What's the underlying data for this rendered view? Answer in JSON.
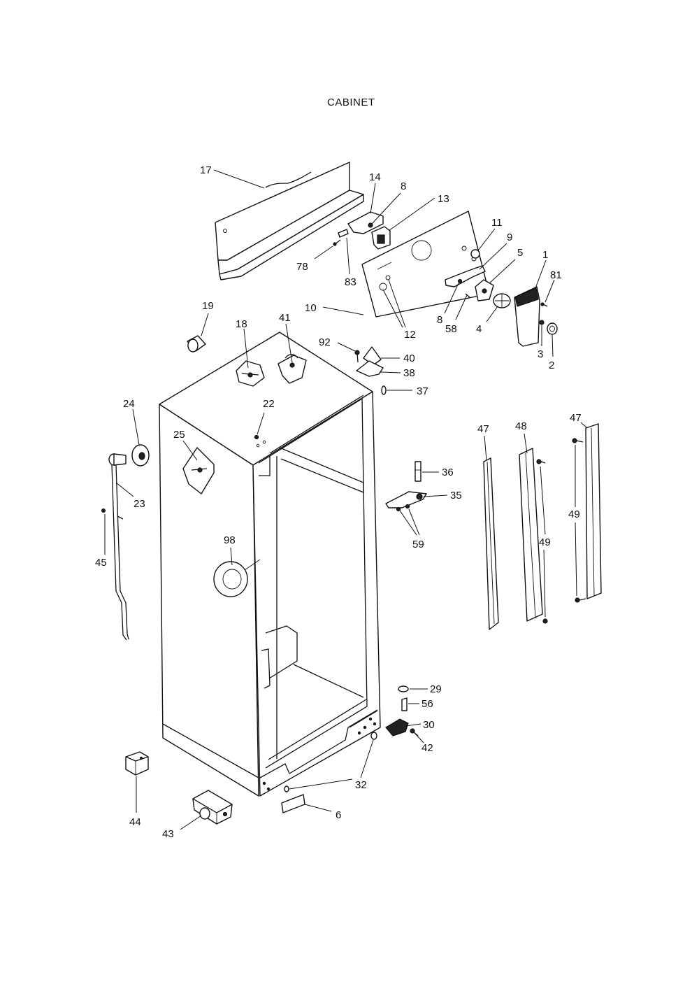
{
  "title": "CABINET",
  "labels": {
    "p1": "1",
    "p2": "2",
    "p3": "3",
    "p4": "4",
    "p5": "5",
    "p6": "6",
    "p8a": "8",
    "p8b": "8",
    "p9": "9",
    "p10": "10",
    "p11": "11",
    "p12": "12",
    "p13": "13",
    "p14": "14",
    "p17": "17",
    "p18": "18",
    "p19": "19",
    "p22": "22",
    "p23": "23",
    "p24": "24",
    "p25": "25",
    "p29": "29",
    "p30": "30",
    "p32": "32",
    "p35": "35",
    "p36": "36",
    "p37": "37",
    "p38": "38",
    "p40": "40",
    "p41": "41",
    "p42": "42",
    "p43": "43",
    "p44": "44",
    "p45": "45",
    "p47a": "47",
    "p47b": "47",
    "p48": "48",
    "p49a": "49",
    "p49b": "49",
    "p56": "56",
    "p58": "58",
    "p59": "59",
    "p78": "78",
    "p81": "81",
    "p83": "83",
    "p92": "92",
    "p98": "98"
  }
}
